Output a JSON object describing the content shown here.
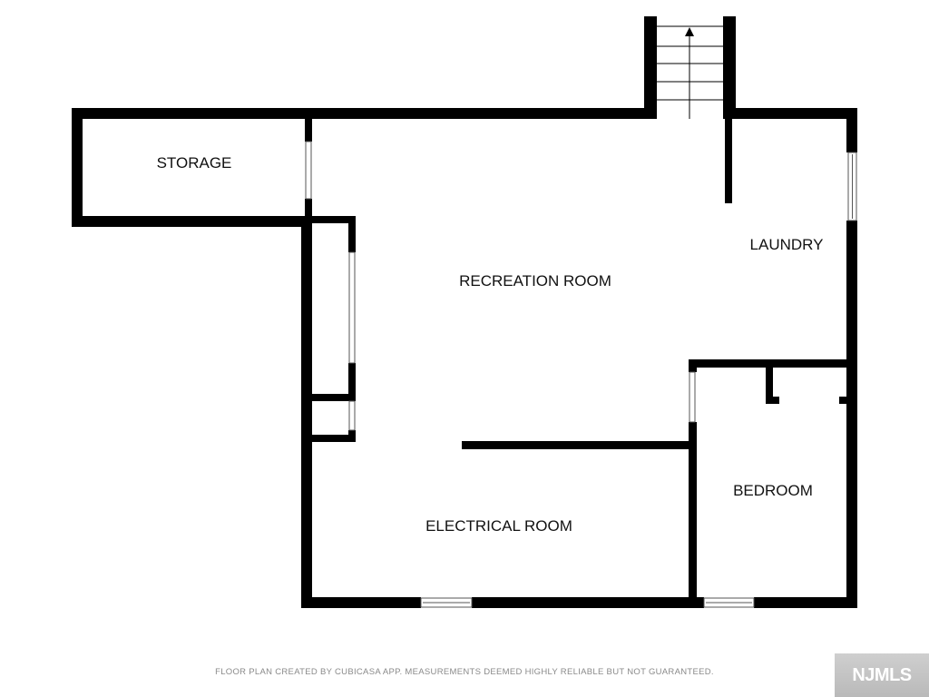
{
  "rooms": {
    "storage": "STORAGE",
    "recreation": "RECREATION ROOM",
    "laundry": "LAUNDRY",
    "bedroom": "BEDROOM",
    "electrical": "ELECTRICAL ROOM"
  },
  "footer": {
    "note": "FLOOR PLAN CREATED BY CUBICASA APP. MEASUREMENTS DEEMED HIGHLY RELIABLE BUT NOT GUARANTEED.",
    "brand": "NJMLS"
  },
  "colors": {
    "wall": "#000000",
    "background": "#ffffff",
    "footer_text": "#8a8a8a",
    "badge": "#c4c4c4"
  }
}
